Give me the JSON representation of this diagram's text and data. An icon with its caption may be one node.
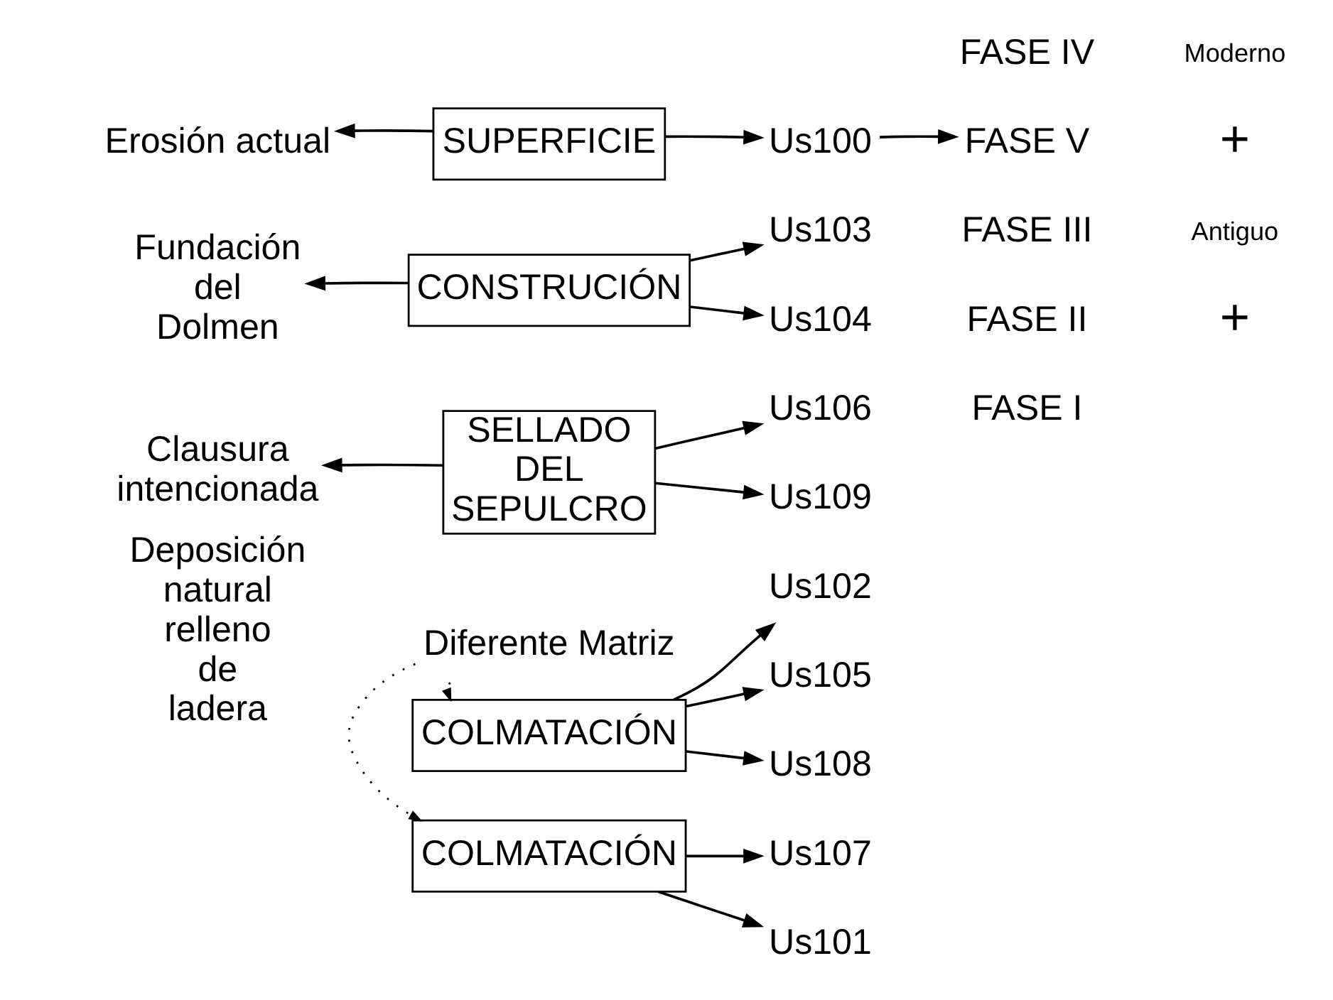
{
  "diagram": {
    "nodes": [
      {
        "text": [
          "Erosión actual"
        ]
      },
      {
        "text": [
          "SUPERFICIE"
        ]
      },
      {
        "text": [
          "Us100"
        ]
      },
      {
        "text": [
          "FASE V"
        ]
      },
      {
        "text": [
          "Us101"
        ]
      },
      {
        "text": [
          "COLMATACIÓN"
        ]
      },
      {
        "text": [
          "Us107"
        ]
      },
      {
        "text": [
          "Diferente Matriz"
        ]
      },
      {
        "text": [
          "Us102"
        ]
      },
      {
        "text": [
          "COLMATACIÓN"
        ]
      },
      {
        "text": [
          "Us105"
        ]
      },
      {
        "text": [
          "Us108"
        ]
      },
      {
        "text": [
          "Clausura intencionada"
        ]
      },
      {
        "text": [
          "SELLADO DEL SEPULCRO"
        ]
      },
      {
        "text": [
          "Us106"
        ]
      },
      {
        "text": [
          "Us109"
        ]
      },
      {
        "text": [
          "Us103"
        ]
      },
      {
        "text": [
          "Fundación del Dolmen"
        ]
      },
      {
        "text": [
          "CONSTRUCIÓN"
        ]
      },
      {
        "text": [
          "Us104"
        ]
      }
    ],
    "edges": [
      {
        "from": 1,
        "to": 0,
        "arrow": "to"
      },
      {
        "from": 1,
        "to": 2,
        "arrow": "to"
      },
      {
        "from": 2,
        "to": 3,
        "arrow": "to"
      },
      {
        "from": 5,
        "to": 4,
        "arrow": "to"
      },
      {
        "from": 5,
        "to": 6,
        "arrow": "to"
      },
      {
        "from": 7,
        "to": 5,
        "arrow": "to",
        "style": "dashed"
      },
      {
        "from": 7,
        "to": 9,
        "arrow": "to",
        "style": "dashed"
      },
      {
        "from": 9,
        "to": 8,
        "arrow": "to"
      },
      {
        "from": 9,
        "to": 10,
        "arrow": "to"
      },
      {
        "from": 9,
        "to": 11,
        "arrow": "to"
      },
      {
        "from": 13,
        "to": 12,
        "arrow": "to"
      },
      {
        "from": 13,
        "to": 14,
        "arrow": "to"
      },
      {
        "from": 13,
        "to": 15,
        "arrow": "to"
      },
      {
        "from": 18,
        "to": 17,
        "arrow": "to"
      },
      {
        "from": 18,
        "to": 16,
        "arrow": "to"
      },
      {
        "from": 18,
        "to": 19,
        "arrow": "to"
      }
    ],
    "labels": [
      "+",
      "Moderno",
      "FASE IV",
      "Deposición natural relleno de ladera",
      "FASE III",
      "FASE II",
      "FASE I",
      "Antiguo",
      "+"
    ]
  }
}
